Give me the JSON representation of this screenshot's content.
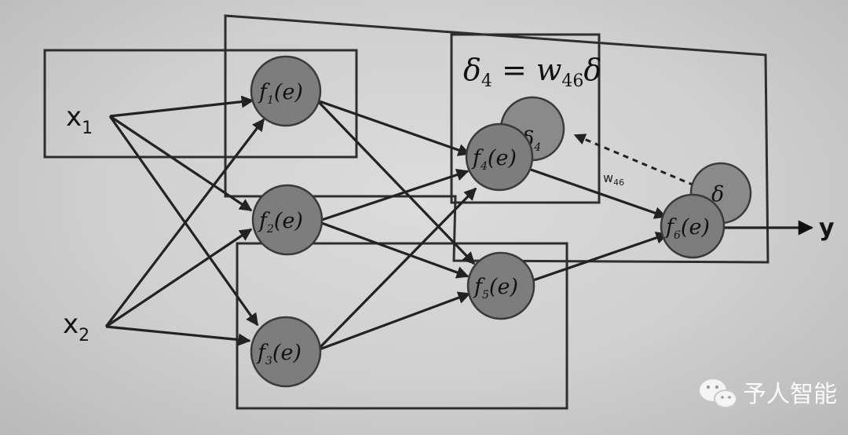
{
  "inputs": [
    {
      "id": "x1",
      "base": "x",
      "sub": "1"
    },
    {
      "id": "x2",
      "base": "x",
      "sub": "2"
    }
  ],
  "neurons": [
    {
      "id": "n1",
      "f": "f",
      "sub": "1",
      "arg": "(e)"
    },
    {
      "id": "n2",
      "f": "f",
      "sub": "2",
      "arg": "(e)"
    },
    {
      "id": "n3",
      "f": "f",
      "sub": "3",
      "arg": "(e)"
    },
    {
      "id": "n4",
      "f": "f",
      "sub": "4",
      "arg": "(e)"
    },
    {
      "id": "n5",
      "f": "f",
      "sub": "5",
      "arg": "(e)"
    },
    {
      "id": "n6",
      "f": "f",
      "sub": "6",
      "arg": "(e)"
    }
  ],
  "error_nodes": [
    {
      "id": "d4",
      "symbol": "δ",
      "sub": "4"
    },
    {
      "id": "d",
      "symbol": "δ",
      "sub": ""
    }
  ],
  "equation": {
    "lhs": "δ",
    "lhs_sub": "4",
    "op": " = ",
    "w": "w",
    "w_sub": "46",
    "rhs": "δ"
  },
  "weight_label": {
    "base": "w",
    "sub": "46"
  },
  "output": {
    "label": "y"
  },
  "watermark": {
    "text": "予人智能",
    "icon": "wechat-icon"
  },
  "colors": {
    "neuron": "#7d7d7d",
    "line": "#222222",
    "background": "#cfcfcf"
  }
}
